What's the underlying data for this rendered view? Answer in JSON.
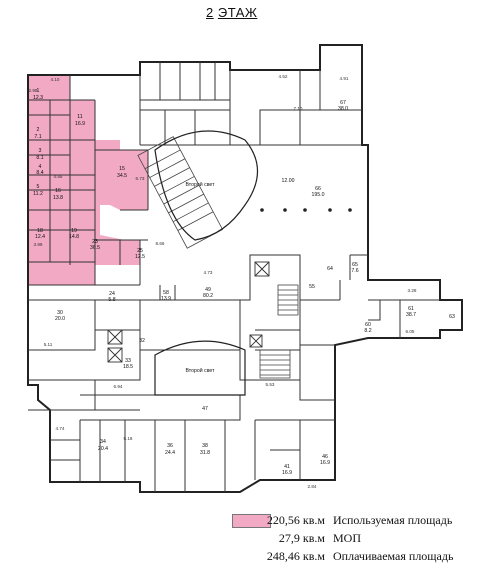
{
  "floor": {
    "number": "2",
    "label": "ЭТАЖ"
  },
  "colors": {
    "used": "#f2a9c4",
    "line": "#222222"
  },
  "plan": {
    "rooms": [
      {
        "num": "1",
        "area": "12.3"
      },
      {
        "num": "2",
        "area": "7.1"
      },
      {
        "num": "3",
        "area": "8.1"
      },
      {
        "num": "4",
        "area": "8.4"
      },
      {
        "num": "5",
        "area": "11.2"
      },
      {
        "num": "11",
        "area": "16.9"
      },
      {
        "num": "15",
        "area": "34.5"
      },
      {
        "num": "16",
        "area": "13.8"
      },
      {
        "num": "18",
        "area": "12.4"
      },
      {
        "num": "19",
        "area": "14.8"
      },
      {
        "num": "23",
        "area": "36.5"
      },
      {
        "num": "24",
        "area": "5.8"
      },
      {
        "num": "25",
        "area": "12.5"
      },
      {
        "num": "30",
        "area": "20.0"
      },
      {
        "num": "32",
        "area": ""
      },
      {
        "num": "33",
        "area": "18.5"
      },
      {
        "num": "34",
        "area": "20.4"
      },
      {
        "num": "36",
        "area": "24.4"
      },
      {
        "num": "38",
        "area": "31.8"
      },
      {
        "num": "41",
        "area": "16.9"
      },
      {
        "num": "46",
        "area": "16.9"
      },
      {
        "num": "47",
        "area": ""
      },
      {
        "num": "49",
        "area": "80.2"
      },
      {
        "num": "55",
        "area": ""
      },
      {
        "num": "58",
        "area": "13.9"
      },
      {
        "num": "60",
        "area": "8.2"
      },
      {
        "num": "61",
        "area": "38.7"
      },
      {
        "num": "63",
        "area": ""
      },
      {
        "num": "64",
        "area": ""
      },
      {
        "num": "65",
        "area": "7.6"
      },
      {
        "num": "66",
        "area": "195.0"
      },
      {
        "num": "67",
        "area": "38.0"
      }
    ],
    "labels": {
      "atrium_top": "Второй свет",
      "atrium_bottom": "Второй свет",
      "corridor_area": "12.00"
    },
    "dims": [
      "4.10",
      "2.99",
      "4.52",
      "4.91",
      "4.85",
      "6.73",
      "3.99",
      "3.28",
      "5.11",
      "4.73",
      "6.94",
      "5.53",
      "4.74",
      "5.18",
      "2.84",
      "6.05",
      "7.10",
      "8.66"
    ]
  },
  "legend": [
    {
      "value": "220,56 кв.м",
      "text": "Используемая площадь",
      "swatch": true
    },
    {
      "value": "27,9 кв.м",
      "text": "МОП",
      "swatch": false
    },
    {
      "value": "248,46 кв.м",
      "text": "Оплачиваемая площадь",
      "swatch": false
    }
  ]
}
